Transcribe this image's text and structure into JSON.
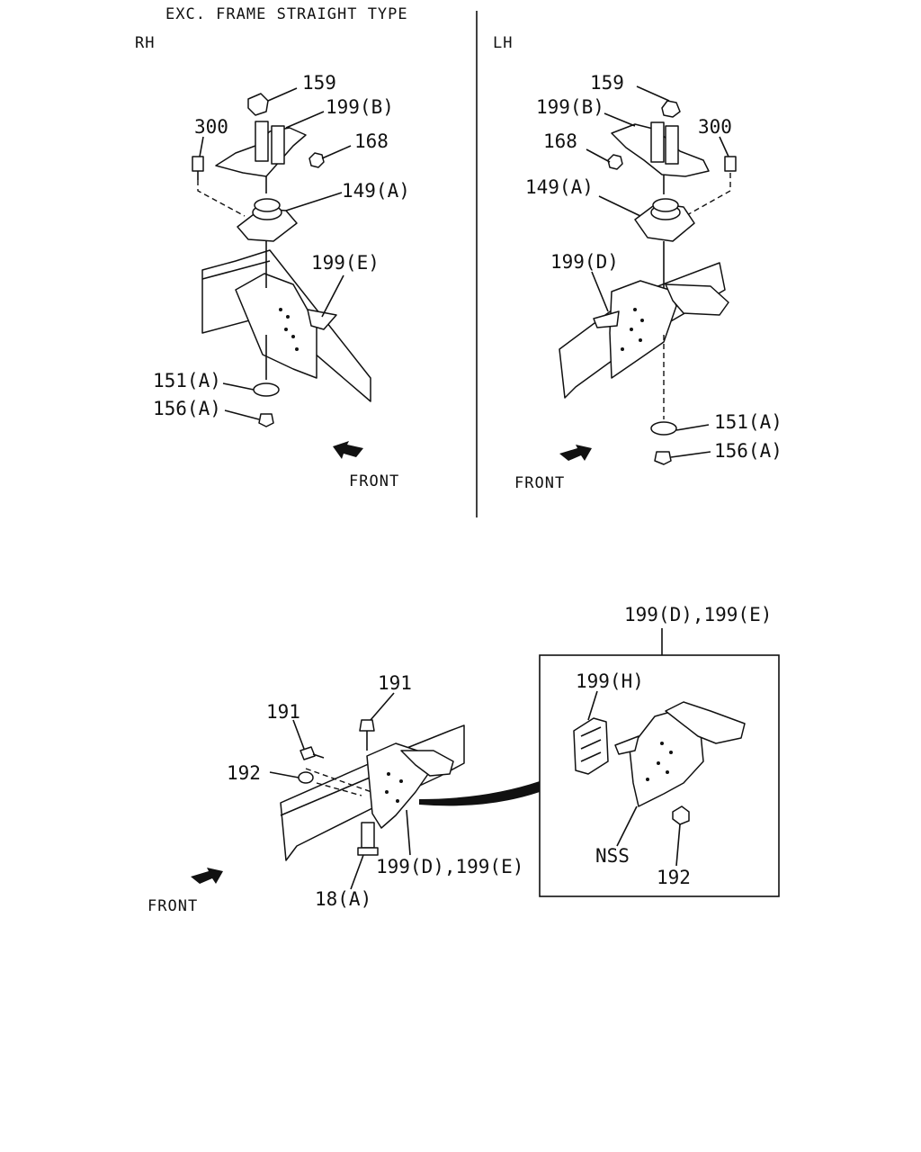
{
  "header": {
    "title": "EXC. FRAME STRAIGHT TYPE",
    "side_rh": "RH",
    "side_lh": "LH"
  },
  "rh": {
    "p159": "159",
    "p199b": "199(B)",
    "p300": "300",
    "p168": "168",
    "p149a": "149(A)",
    "p199e": "199(E)",
    "p151a": "151(A)",
    "p156a": "156(A)",
    "front": "FRONT"
  },
  "lh": {
    "p159": "159",
    "p199b": "199(B)",
    "p300": "300",
    "p168": "168",
    "p149a": "149(A)",
    "p199d": "199(D)",
    "p151a": "151(A)",
    "p156a": "156(A)",
    "front": "FRONT"
  },
  "lower": {
    "p191_top": "191",
    "p191_left": "191",
    "p192": "192",
    "p199de": "199(D),199(E)",
    "p18a": "18(A)",
    "front": "FRONT"
  },
  "detail": {
    "callout": "199(D),199(E)",
    "p199h": "199(H)",
    "nss": "NSS",
    "p192": "192"
  }
}
